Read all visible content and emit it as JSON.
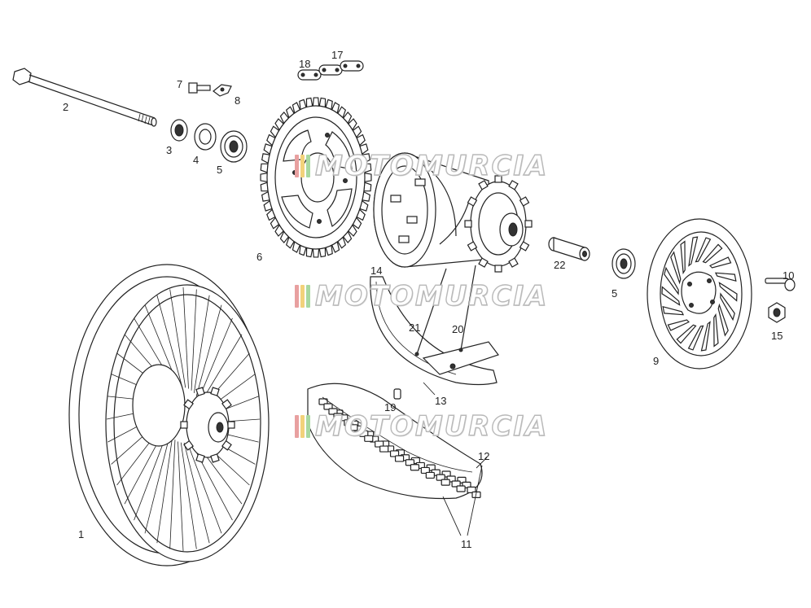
{
  "watermark": {
    "text": "MOTOMURCIA",
    "bar_colors": [
      "#e8a0a0",
      "#f2d27a",
      "#a8d8a0"
    ]
  },
  "labels": {
    "p1": "1",
    "p2": "2",
    "p3": "3",
    "p4": "4",
    "p5a": "5",
    "p5b": "5",
    "p6": "6",
    "p7": "7",
    "p8": "8",
    "p9": "9",
    "p10": "10",
    "p11": "11",
    "p12": "12",
    "p13": "13",
    "p14": "14",
    "p15": "15",
    "p17": "17",
    "p18": "18",
    "p19": "19",
    "p20": "20",
    "p21": "21",
    "p22": "22"
  }
}
